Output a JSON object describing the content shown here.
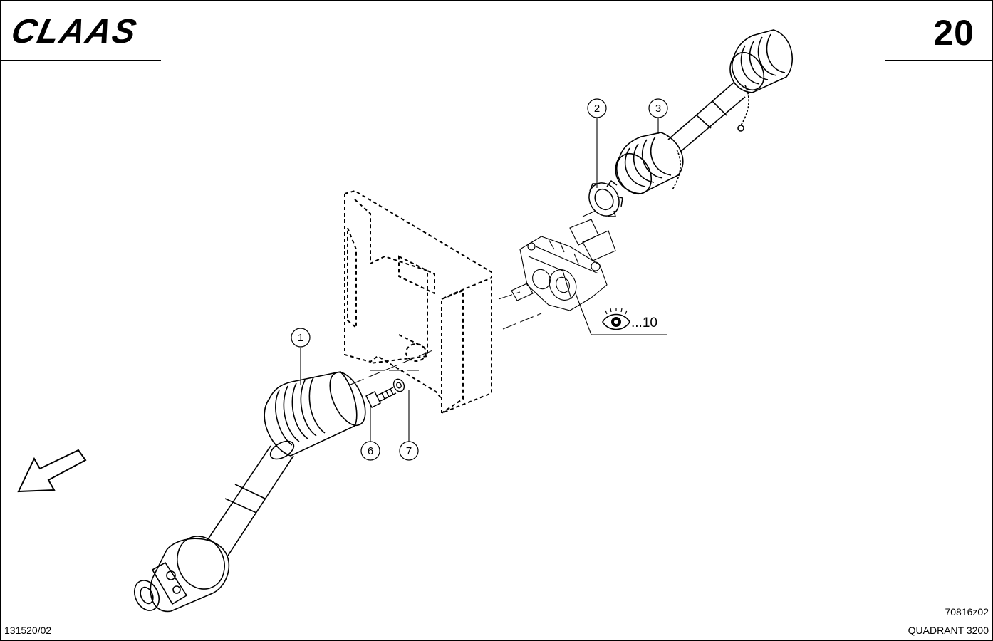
{
  "header": {
    "brand": "CLAAS",
    "page_number": "20"
  },
  "callouts": [
    "1",
    "2",
    "3",
    "6",
    "7"
  ],
  "reference": {
    "icon": "eye-icon",
    "text": "...10"
  },
  "footer": {
    "left_code": "131520/02",
    "drawing_code": "70816z02",
    "model": "QUADRANT 3200"
  }
}
